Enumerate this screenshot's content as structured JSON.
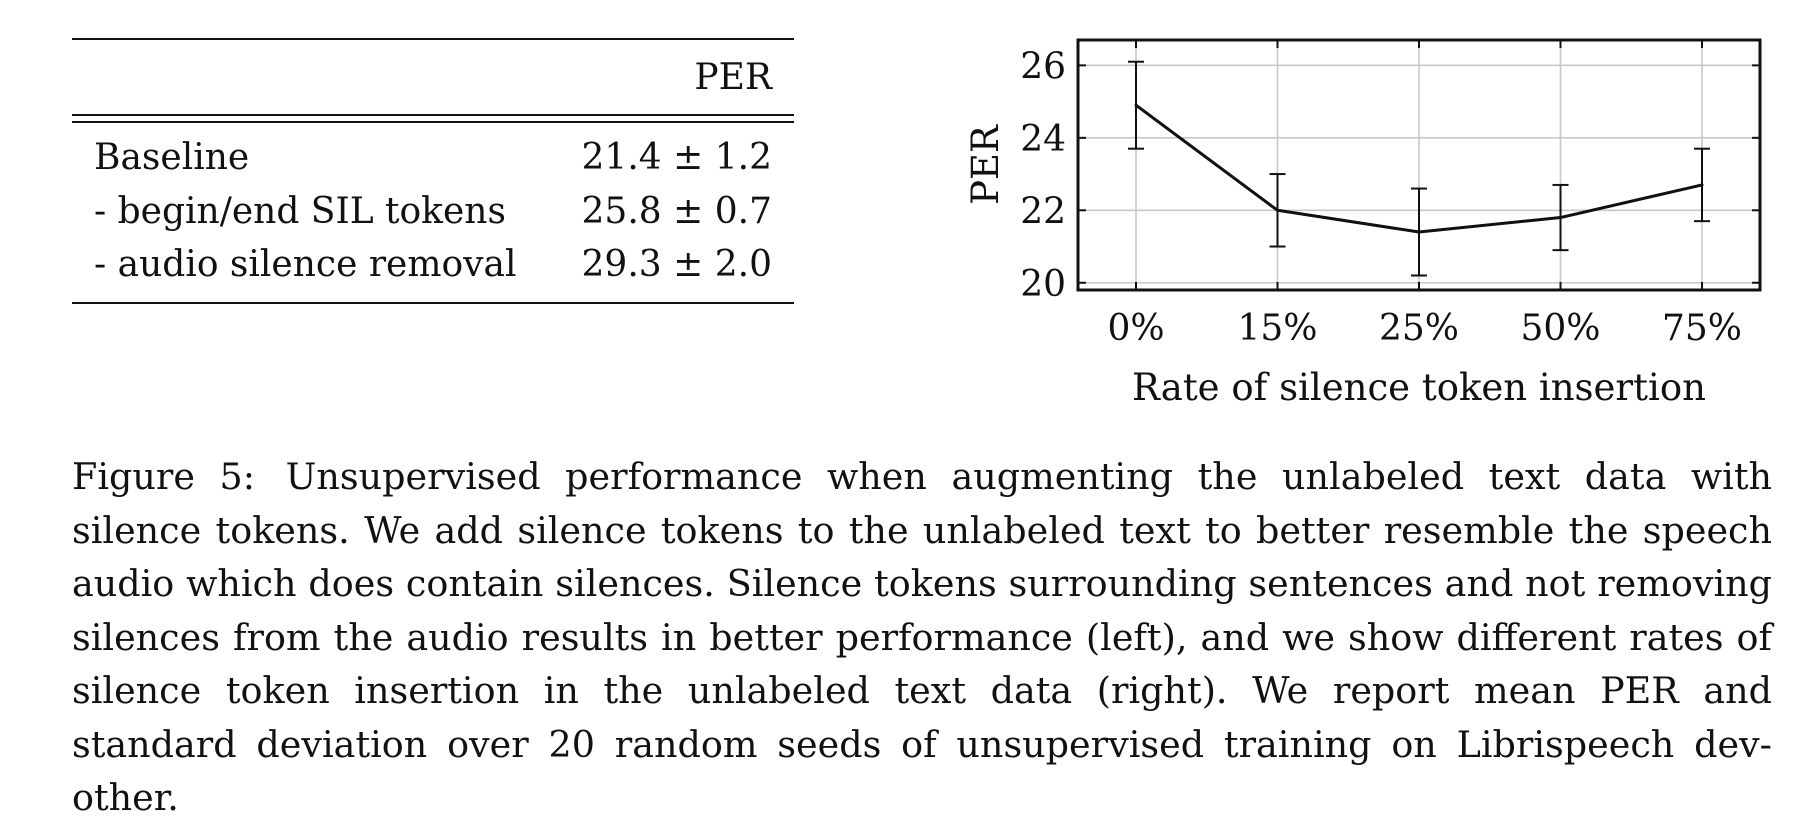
{
  "table": {
    "header": {
      "label": "",
      "value": "PER"
    },
    "rows": [
      {
        "label": "Baseline",
        "value": "21.4 ± 1.2"
      },
      {
        "label": "- begin/end SIL tokens",
        "value": "25.8 ± 0.7"
      },
      {
        "label": "- audio silence removal",
        "value": "29.3 ± 2.0"
      }
    ]
  },
  "chart_data": {
    "type": "line",
    "title": "",
    "xlabel": "Rate of silence token insertion",
    "ylabel": "PER",
    "categories": [
      "0%",
      "15%",
      "25%",
      "50%",
      "75%"
    ],
    "series": [
      {
        "values": [
          24.9,
          22.0,
          21.4,
          21.8,
          22.7
        ],
        "error": [
          1.2,
          1.0,
          1.2,
          0.9,
          1.0
        ]
      }
    ],
    "ylim": [
      19.8,
      26.7
    ],
    "yticks": [
      20,
      22,
      24,
      26
    ],
    "grid": true,
    "legend": "none",
    "line_color": "#111111",
    "grid_color": "#c8c8c8"
  },
  "caption": {
    "label": "Figure 5:",
    "text": "Unsupervised performance when augmenting the unlabeled text data with silence tokens. We add silence tokens to the unlabeled text to better resemble the speech audio which does contain silences. Silence tokens surrounding sentences and not removing silences from the audio results in better performance (left), and we show different rates of silence token insertion in the unlabeled text data (right). We report mean PER and standard deviation over 20 random seeds of unsupervised training on Librispeech dev-other."
  }
}
